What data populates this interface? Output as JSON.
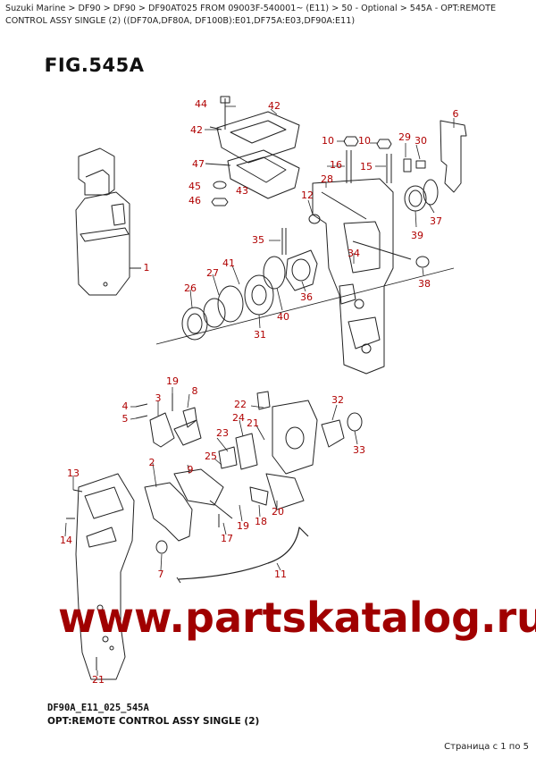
{
  "breadcrumb": {
    "items": [
      "Suzuki Marine",
      "DF90",
      "DF90",
      "DF90AT025 FROM 09003F-540001~ (E11)",
      "50 - Optional",
      "545A - OPT:REMOTE CONTROL ASSY SINGLE (2) ((DF70A,DF80A, DF100B):E01,DF75A:E03,DF90A:E11)"
    ],
    "separator": " > "
  },
  "figure_title": "FIG.545A",
  "callouts": [
    "44",
    "42",
    "42",
    "6",
    "10",
    "10",
    "29",
    "30",
    "47",
    "16",
    "15",
    "45",
    "43",
    "28",
    "12",
    "46",
    "37",
    "39",
    "35",
    "34",
    "1",
    "41",
    "27",
    "38",
    "26",
    "36",
    "40",
    "31",
    "19",
    "8",
    "32",
    "22",
    "4",
    "3",
    "5",
    "24",
    "21",
    "33",
    "23",
    "25",
    "2",
    "9",
    "13",
    "20",
    "18",
    "19",
    "17",
    "14",
    "7",
    "11",
    "21"
  ],
  "watermark": "www.partskatalog.ru",
  "diagram_code": "DF90A_E11_025_545A",
  "diagram_caption": "OPT:REMOTE CONTROL ASSY SINGLE (2)",
  "pager": "Страница с 1 по 5",
  "colors": {
    "callout": "#b00000",
    "watermark": "#a00000",
    "lines": "#222222"
  }
}
